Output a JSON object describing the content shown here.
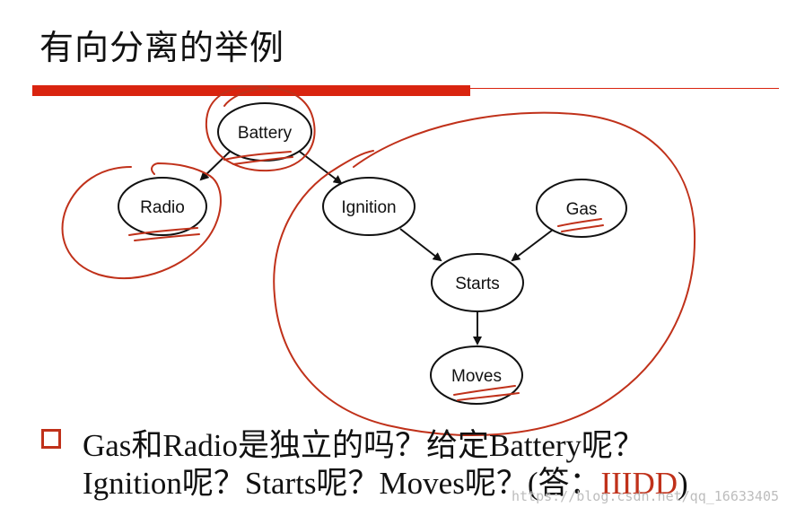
{
  "slide": {
    "title": "有向分离的举例",
    "accent_color": "#d9240f",
    "annotation_color": "#c0311a"
  },
  "nodes": {
    "battery": "Battery",
    "radio": "Radio",
    "ignition": "Ignition",
    "gas": "Gas",
    "starts": "Starts",
    "moves": "Moves"
  },
  "question": {
    "line1": "Gas和Radio是独立的吗？给定Battery呢？",
    "line2_main": "Ignition呢？Starts呢？Moves呢？(答：",
    "line2_answer": "IIIDD",
    "line2_close": ")"
  },
  "watermark": "https://blog.csdn.net/qq_16633405"
}
